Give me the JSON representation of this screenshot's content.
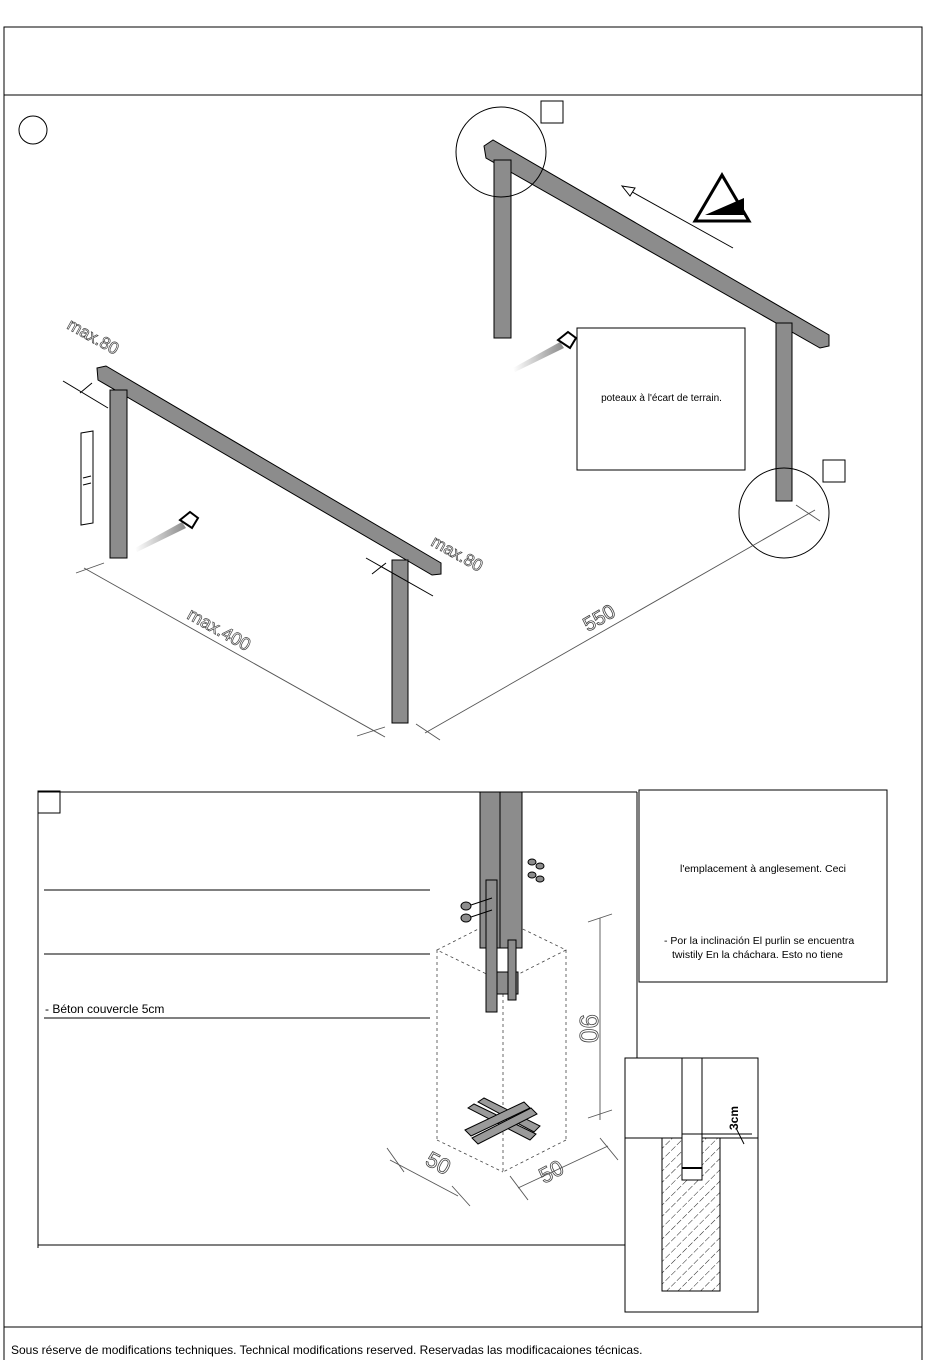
{
  "notes": {
    "terrain": "poteaux à l'écart de terrain.",
    "emplacement": "l'emplacement à anglesement. Ceci",
    "purlin_line1": "- Por la inclinación El purlin se encuentra",
    "purlin_line2": "twistily En la cháchara. Esto no tiene",
    "beton": "- Béton couvercle 5cm"
  },
  "dimensions": {
    "max_80_top": "max.80",
    "max_80_right": "max.80",
    "max_400": "max.400",
    "span_550": "550",
    "depth_90": "90",
    "width_50_left": "50",
    "width_50_right": "50",
    "cover_3cm": "3cm"
  },
  "footer": "Sous réserve de modifications techniques. Technical modifications reserved. Reservadas las modificacaiones técnicas."
}
